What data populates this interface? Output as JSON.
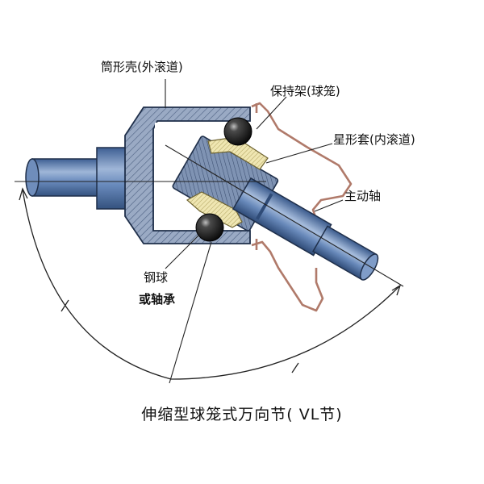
{
  "labels": {
    "outer_housing": "筒形壳(外滚道)",
    "cage": "保持架(球笼)",
    "inner_race": "星形套(内滚道)",
    "drive_shaft": "主动轴",
    "ball_line1": "钢球",
    "ball_line2": "或轴承"
  },
  "caption": "伸缩型球笼式万向节(  VL节)",
  "colors": {
    "housing_fill": "#8fa3bf",
    "shaft_fill": "#5d7fb0",
    "cage_fill": "#e9e0a8",
    "ball_fill": "#1a1a1a",
    "boot_stroke": "#b07a6a",
    "line": "#222222"
  }
}
